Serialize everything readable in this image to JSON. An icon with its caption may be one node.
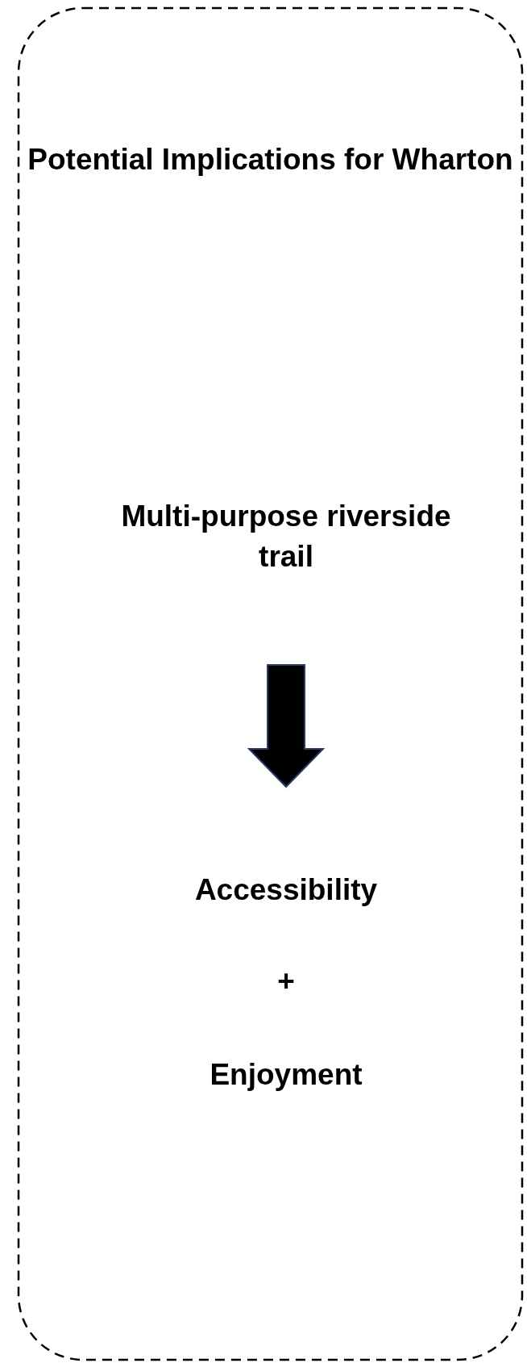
{
  "diagram": {
    "nodes": [
      {
        "text": [
          "Potential Implications for Wharton"
        ]
      },
      {
        "text": [
          "Multi-purpose riverside trail"
        ],
        "in": 0
      },
      {
        "text": [
          "Accessibility",
          "+",
          "Enjoyment"
        ],
        "in": 0
      }
    ],
    "edges": [
      {
        "from": 1,
        "to": 2,
        "arrow": "to",
        "style": "thick"
      }
    ]
  }
}
